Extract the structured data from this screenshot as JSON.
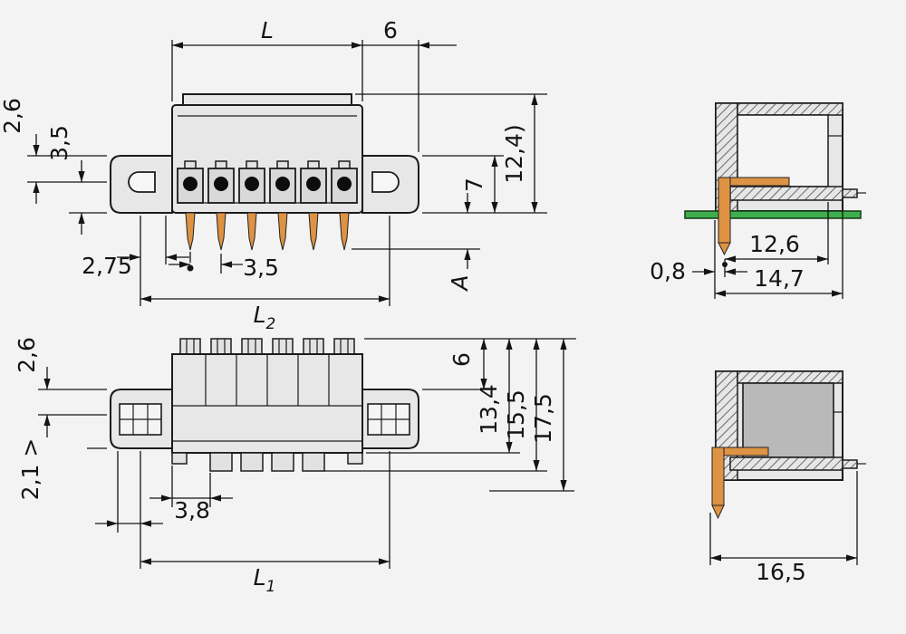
{
  "colors": {
    "background": "#f3f3f3",
    "housing": "#e7e7e7",
    "socket": "#d9d9d9",
    "cavity": "#f5f5f5",
    "interior": "#b9b9b9",
    "pin_copper": "#dd9343",
    "pcb_green": "#3fae4c",
    "line": "#1c1c1c"
  },
  "views": {
    "front_top": {
      "dims": {
        "l": "L",
        "six": "6",
        "two_six": "2,6",
        "three_five": "3,5",
        "two_seven_five": "2,75",
        "pitch": "3,5",
        "l2": {
          "base": "L",
          "sub": "2"
        },
        "twelve_four": "12,4)",
        "seven": "7",
        "a": "A"
      }
    },
    "side_top": {
      "dims": {
        "zero_eight": "0,8",
        "twelve_six": "12,6",
        "fourteen_seven": "14,7"
      }
    },
    "front_bottom": {
      "dims": {
        "two_six": "2,6",
        "two_one": "2,1 >",
        "three_eight": "3,8",
        "l1": {
          "base": "L",
          "sub": "1"
        },
        "six": "6",
        "thirteen_four": "13,4",
        "fifteen_five": "15,5",
        "seventeen_five": "17,5"
      }
    },
    "side_bottom": {
      "dims": {
        "sixteen_five": "16,5"
      }
    }
  }
}
